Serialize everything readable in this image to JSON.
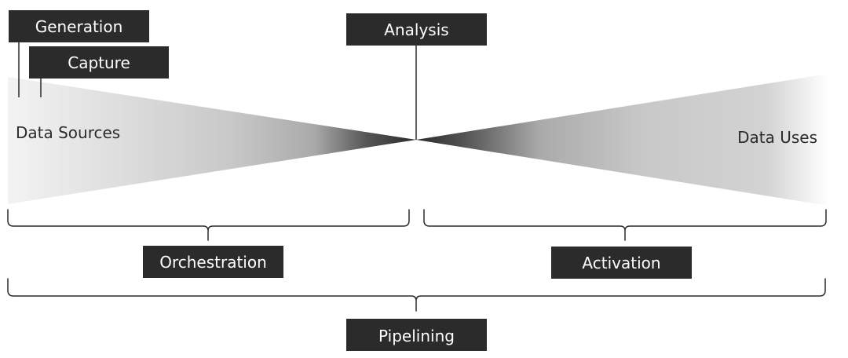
{
  "labels": {
    "generation": "Generation",
    "capture": "Capture",
    "analysis": "Analysis",
    "data_sources": "Data Sources",
    "data_uses": "Data Uses",
    "orchestration": "Orchestration",
    "activation": "Activation",
    "pipelining": "Pipelining"
  },
  "colors": {
    "box": "#2b2b2b",
    "gradient_dark": "#2b2b2b",
    "gradient_light": "#ffffff"
  }
}
